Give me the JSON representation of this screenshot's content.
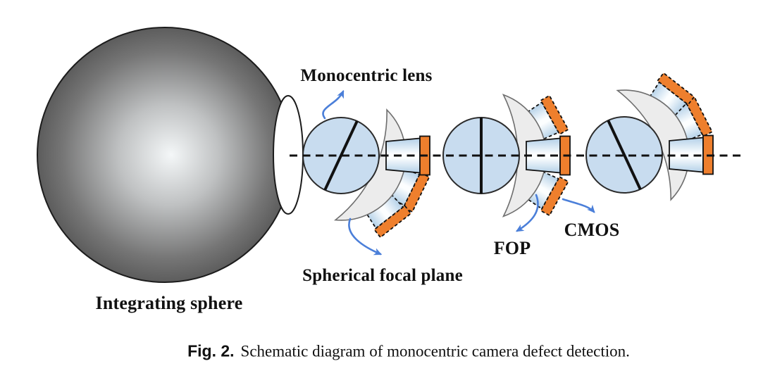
{
  "figure": {
    "labels": {
      "integrating_sphere": "Integrating sphere",
      "monocentric_lens": "Monocentric lens",
      "spherical_focal_plane": "Spherical focal plane",
      "fop": "FOP",
      "cmos": "CMOS"
    },
    "caption": {
      "tag": "Fig. 2.",
      "text": "Schematic diagram of monocentric camera defect detection."
    },
    "colors": {
      "lens_fill": "#c8dcef",
      "arc_fill": "#ececec",
      "arc_stroke": "#6e6e6e",
      "cmos_fill": "#ee7f2d",
      "fop_edge": "#aecde6",
      "fop_center": "#fcfeff",
      "outline": "#111111",
      "arrow": "#4b7fd9",
      "sphere_edge": "#575757",
      "sphere_center": "#f4f7f8"
    }
  }
}
